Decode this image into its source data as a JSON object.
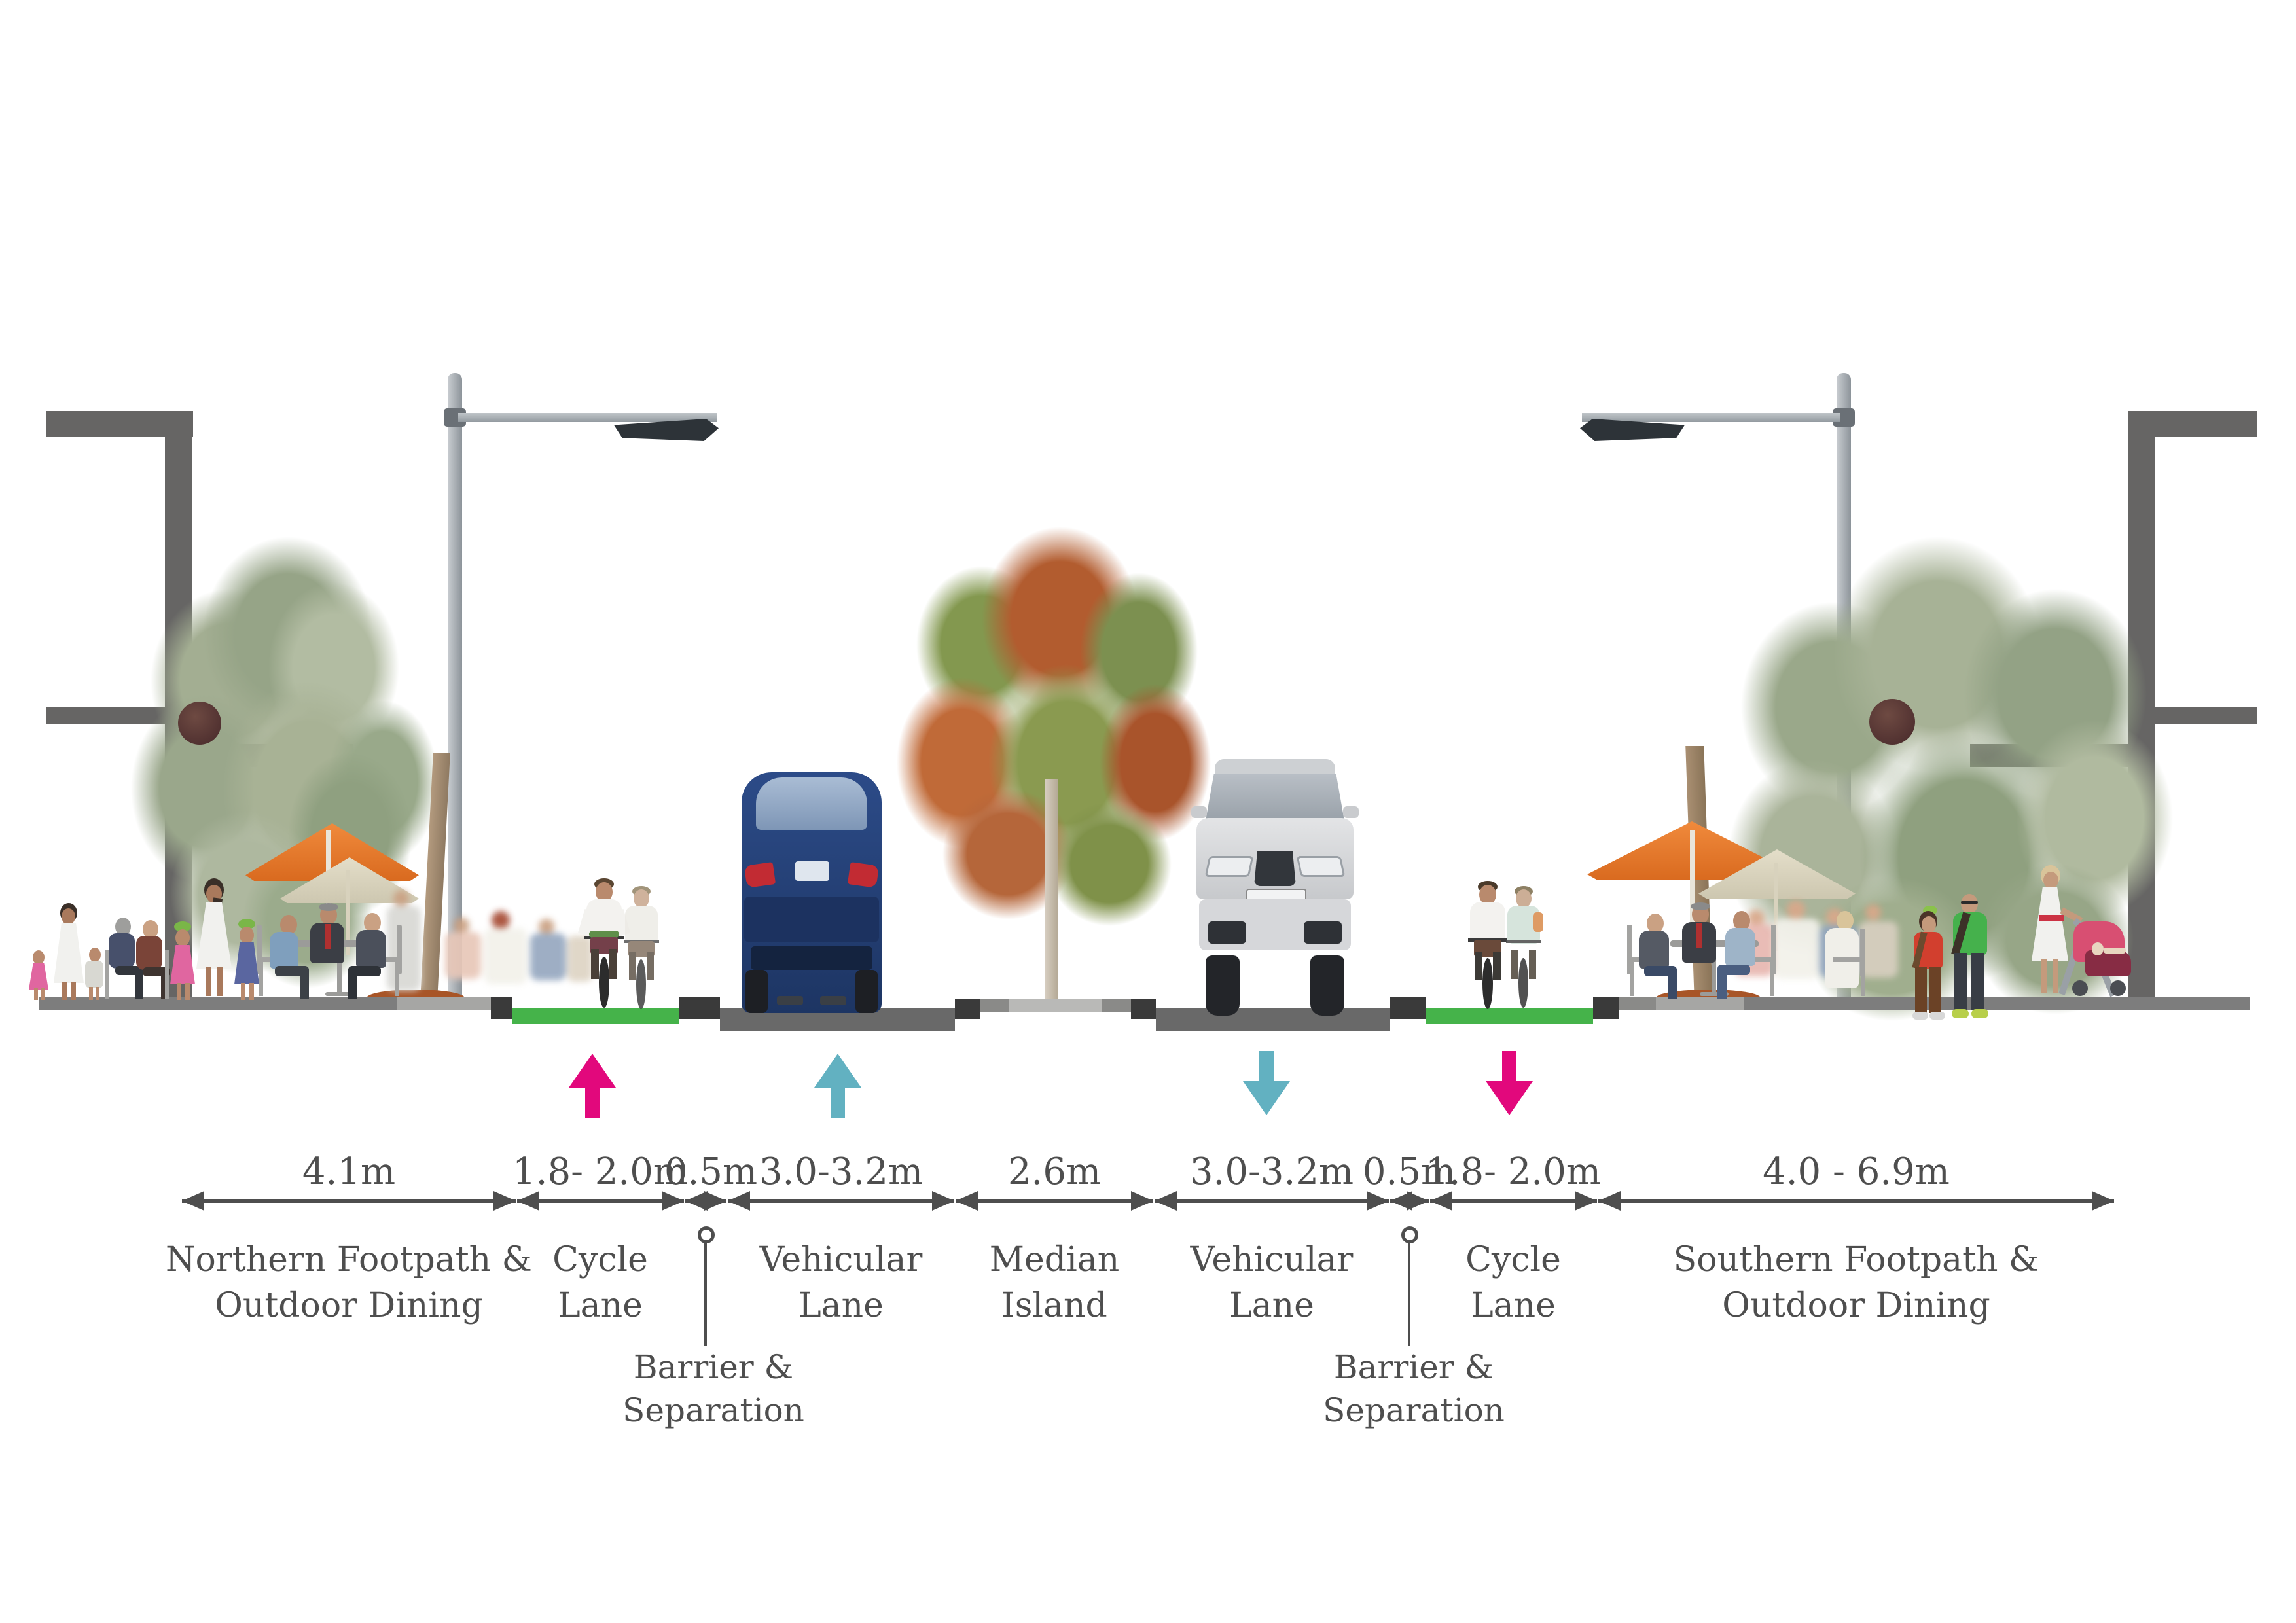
{
  "colors": {
    "ink": "#4e4e4e",
    "structure": "#666564",
    "footpath": "#7d7d7d",
    "footpath-light": "#a6a6a4",
    "curb": "#3a3a3a",
    "road": "#696969",
    "median-light": "#b9b9b7",
    "median-shoulder": "#8a8a88",
    "cycle-green": "#45b34a",
    "arrow-pink": "#e2087c",
    "arrow-teal": "#62b1c1",
    "umbrella-orange": "#e87b2e",
    "umbrella-beige": "#ddd7c2",
    "mulch": "#a85527"
  },
  "cross_section": {
    "segments": [
      {
        "name": "northern-footpath",
        "dimension": "4.1m",
        "label_line1": "Northern Footpath &",
        "label_line2": "Outdoor Dining"
      },
      {
        "name": "cycle-lane-north",
        "dimension": "1.8- 2.0m",
        "label_line1": "Cycle",
        "label_line2": "Lane"
      },
      {
        "name": "barrier-north",
        "dimension": "0.5m",
        "label_line1": "Barrier &",
        "label_line2": "Separation"
      },
      {
        "name": "vehicular-lane-north",
        "dimension": "3.0-3.2m",
        "label_line1": "Vehicular",
        "label_line2": "Lane"
      },
      {
        "name": "median-island",
        "dimension": "2.6m",
        "label_line1": "Median",
        "label_line2": "Island"
      },
      {
        "name": "vehicular-lane-south",
        "dimension": "3.0-3.2m",
        "label_line1": "Vehicular",
        "label_line2": "Lane"
      },
      {
        "name": "barrier-south",
        "dimension": "0.5m",
        "label_line1": "Barrier &",
        "label_line2": "Separation"
      },
      {
        "name": "cycle-lane-south",
        "dimension": "1.8- 2.0m",
        "label_line1": "Cycle",
        "label_line2": "Lane"
      },
      {
        "name": "southern-footpath",
        "dimension": "4.0 - 6.9m",
        "label_line1": "Southern Footpath &",
        "label_line2": "Outdoor Dining"
      }
    ],
    "flow_arrows": [
      {
        "over": "cycle-lane-north",
        "direction": "up",
        "color_key": "arrow-pink"
      },
      {
        "over": "vehicular-lane-north",
        "direction": "up",
        "color_key": "arrow-teal"
      },
      {
        "over": "vehicular-lane-south",
        "direction": "down",
        "color_key": "arrow-teal"
      },
      {
        "over": "cycle-lane-south",
        "direction": "down",
        "color_key": "arrow-pink"
      }
    ]
  },
  "scene": {
    "elements": [
      "building-section-left",
      "building-section-right",
      "street-lamp-left",
      "street-lamp-right",
      "street-tree-left",
      "street-tree-median",
      "street-tree-right",
      "cafe-umbrellas",
      "outdoor-diners",
      "pedestrians",
      "cyclists-northbound",
      "cyclists-southbound",
      "car-rear-blue",
      "car-front-silver",
      "pram"
    ]
  }
}
